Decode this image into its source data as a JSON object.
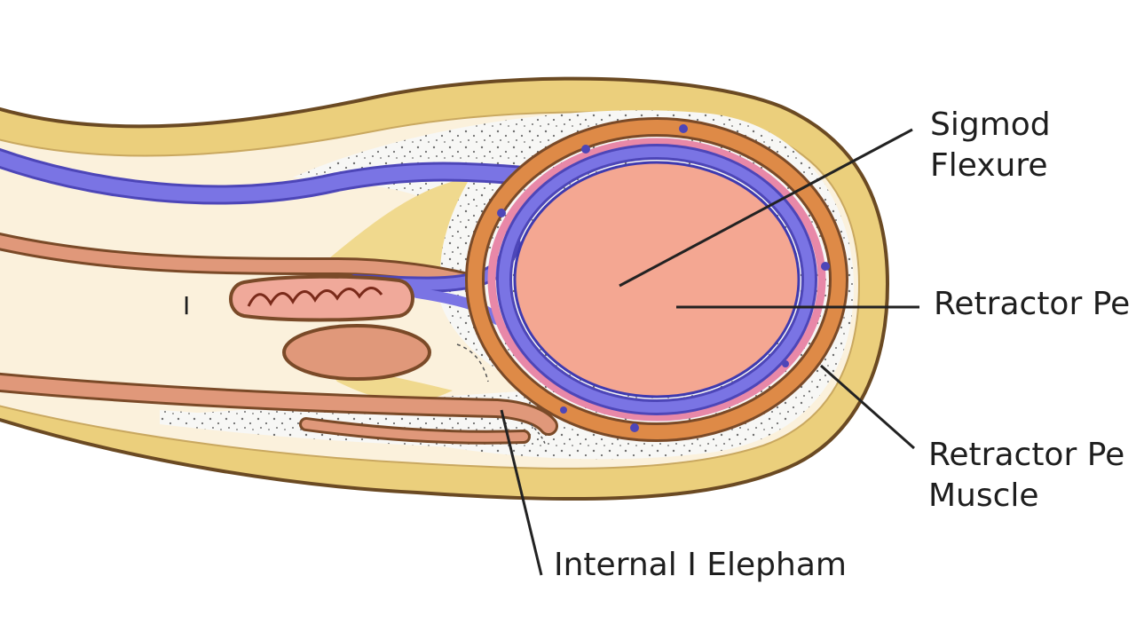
{
  "labels": {
    "sigmoid_line1": "Sigmod",
    "sigmoid_line2": "Flexure",
    "retractor_1": "Retractor Pe",
    "retractor_2_line1": "Retractor Pe",
    "retractor_2_line2": "Muscle",
    "internal": "Internal I Elepham",
    "small_i": "I"
  },
  "colors": {
    "outer_skin": "#ebcf7c",
    "outline": "#6b4a23",
    "inner_cream": "#fbf1dc",
    "stippled_layer": "#f7f7f5",
    "orange_band": "#de8a47",
    "blue_band": "#7a74e4",
    "pink_band": "#e888a8",
    "core": "#f4a792",
    "tube": "#e0987a",
    "leader_line": "#222222"
  }
}
